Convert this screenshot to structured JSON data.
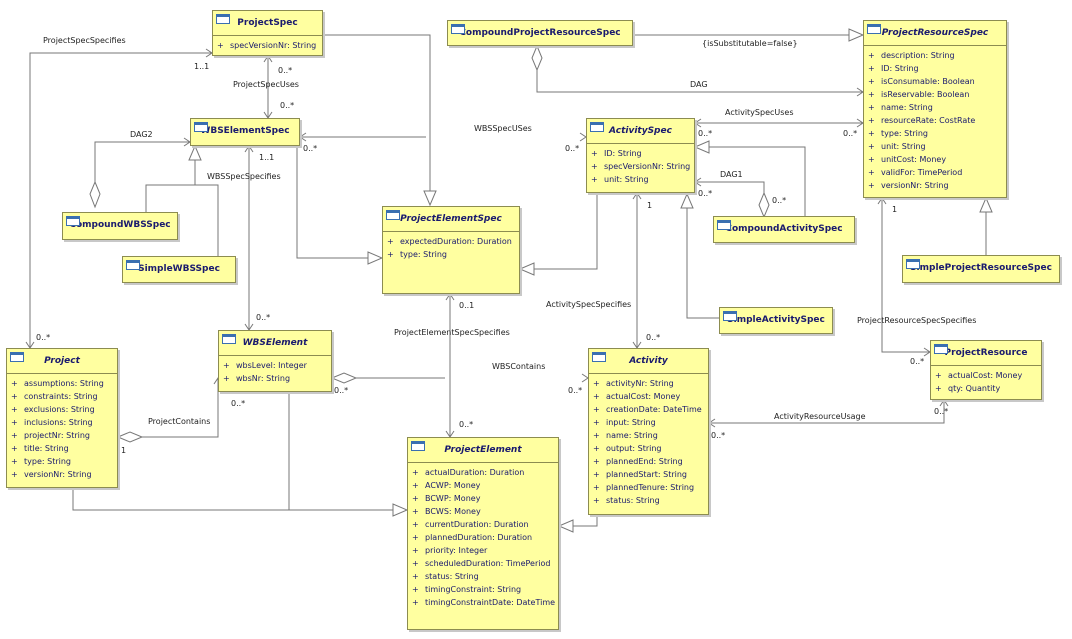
{
  "classes": {
    "projectspec": {
      "name": "ProjectSpec",
      "attrs": [
        {
          "vis": "+",
          "text": "specVersionNr: String"
        }
      ]
    },
    "compoundprojectresourcespec": {
      "name": "CompoundProjectResourceSpec"
    },
    "projectresourcespec": {
      "name": "ProjectResourceSpec",
      "attrs": [
        {
          "vis": "+",
          "text": "description: String"
        },
        {
          "vis": "+",
          "text": "ID: String"
        },
        {
          "vis": "+",
          "text": "isConsumable: Boolean"
        },
        {
          "vis": "+",
          "text": "isReservable: Boolean"
        },
        {
          "vis": "+",
          "text": "name: String"
        },
        {
          "vis": "+",
          "text": "resourceRate: CostRate"
        },
        {
          "vis": "+",
          "text": "type: String"
        },
        {
          "vis": "+",
          "text": "unit: String"
        },
        {
          "vis": "+",
          "text": "unitCost: Money"
        },
        {
          "vis": "+",
          "text": "validFor: TimePeriod"
        },
        {
          "vis": "+",
          "text": "versionNr: String"
        }
      ]
    },
    "wbselementspec": {
      "name": "WBSElementSpec"
    },
    "activityspec": {
      "name": "ActivitySpec",
      "attrs": [
        {
          "vis": "+",
          "text": "ID: String"
        },
        {
          "vis": "+",
          "text": "specVersionNr: String"
        },
        {
          "vis": "+",
          "text": "unit: String"
        }
      ]
    },
    "compoundwbsspec": {
      "name": "CompoundWBSSpec"
    },
    "simplewbsspec": {
      "name": "SimpleWBSSpec"
    },
    "projectelementspec": {
      "name": "ProjectElementSpec",
      "attrs": [
        {
          "vis": "+",
          "text": "expectedDuration: Duration"
        },
        {
          "vis": "+",
          "text": "type: String"
        }
      ]
    },
    "compoundactivityspec": {
      "name": "CompoundActivitySpec"
    },
    "simpleprojectresourcespec": {
      "name": "SimpleProjectResourceSpec"
    },
    "simpleactivityspec": {
      "name": "SimpleActivitySpec"
    },
    "project": {
      "name": "Project",
      "attrs": [
        {
          "vis": "+",
          "text": "assumptions: String"
        },
        {
          "vis": "+",
          "text": "constraints: String"
        },
        {
          "vis": "+",
          "text": "exclusions: String"
        },
        {
          "vis": "+",
          "text": "inclusions: String"
        },
        {
          "vis": "+",
          "text": "projectNr: String"
        },
        {
          "vis": "+",
          "text": "title: String"
        },
        {
          "vis": "+",
          "text": "type: String"
        },
        {
          "vis": "+",
          "text": "versionNr: String"
        }
      ]
    },
    "wbselement": {
      "name": "WBSElement",
      "attrs": [
        {
          "vis": "+",
          "text": "wbsLevel: Integer"
        },
        {
          "vis": "+",
          "text": "wbsNr: String"
        }
      ]
    },
    "projectresource": {
      "name": "ProjectResource",
      "attrs": [
        {
          "vis": "+",
          "text": "actualCost: Money"
        },
        {
          "vis": "+",
          "text": "qty: Quantity"
        }
      ]
    },
    "activity": {
      "name": "Activity",
      "attrs": [
        {
          "vis": "+",
          "text": "activityNr: String"
        },
        {
          "vis": "+",
          "text": "actualCost: Money"
        },
        {
          "vis": "+",
          "text": "creationDate: DateTime"
        },
        {
          "vis": "+",
          "text": "input: String"
        },
        {
          "vis": "+",
          "text": "name: String"
        },
        {
          "vis": "+",
          "text": "output: String"
        },
        {
          "vis": "+",
          "text": "plannedEnd: String"
        },
        {
          "vis": "+",
          "text": "plannedStart: String"
        },
        {
          "vis": "+",
          "text": "plannedTenure: String"
        },
        {
          "vis": "+",
          "text": "status: String"
        }
      ]
    },
    "projectelement": {
      "name": "ProjectElement",
      "attrs": [
        {
          "vis": "+",
          "text": "actualDuration: Duration"
        },
        {
          "vis": "+",
          "text": "ACWP: Money"
        },
        {
          "vis": "+",
          "text": "BCWP: Money"
        },
        {
          "vis": "+",
          "text": "BCWS: Money"
        },
        {
          "vis": "+",
          "text": "currentDuration: Duration"
        },
        {
          "vis": "+",
          "text": "plannedDuration: Duration"
        },
        {
          "vis": "+",
          "text": "priority: Integer"
        },
        {
          "vis": "+",
          "text": "scheduledDuration: TimePeriod"
        },
        {
          "vis": "+",
          "text": "status: String"
        },
        {
          "vis": "+",
          "text": "timingConstraint: String"
        },
        {
          "vis": "+",
          "text": "timingConstraintDate: DateTime"
        }
      ]
    }
  },
  "labels": {
    "projectspecspecifies": "ProjectSpecSpecifies",
    "mult_ps_1_1": "1..1",
    "mult_ps_0s_a": "0..*",
    "projectspecuses": "ProjectSpecUses",
    "mult_ps_0s_b": "0..*",
    "dag2": "DAG2",
    "wbsspecuses": "WBSSpecUSes",
    "mult_wbsspec_0s": "0..*",
    "mult_actspec_0s_a": "0..*",
    "mult_wbs_1_1": "1..1",
    "wbsspecspecifies": "WBSSpecSpecifies",
    "issubstitutable": "{isSubstitutable=false}",
    "dag": "DAG",
    "activityspecuses": "ActivitySpecUses",
    "mult_actspec_0s_b": "0..*",
    "mult_prs_0s": "0..*",
    "dag1": "DAG1",
    "mult_dag1_0s_a": "0..*",
    "mult_dag1_0s_b": "0..*",
    "mult_actspec_1": "1",
    "mult_prs_1": "1",
    "activityspecspecifies": "ActivitySpecSpecifies",
    "mult_act_0s_top": "0..*",
    "projectresourcespecspecifies": "ProjectResourceSpecSpecifies",
    "mult_pr_0s_a": "0..*",
    "mult_project_0s": "0..*",
    "mult_wbse_0s_top": "0..*",
    "mult_pes_0_1": "0..1",
    "projectelementspecspecifies": "ProjectElementSpecSpecifies",
    "wbscontains": "WBSContains",
    "mult_wbse_0s_right": "0..*",
    "mult_act_0s_left": "0..*",
    "projectcontains": "ProjectContains",
    "mult_wbse_0s_left": "0..*",
    "mult_project_1": "1",
    "mult_pe_0s": "0..*",
    "activityresourceusage": "ActivityResourceUsage",
    "mult_act_0s_bottom": "0..*",
    "mult_pr_0s_b": "0..*"
  }
}
